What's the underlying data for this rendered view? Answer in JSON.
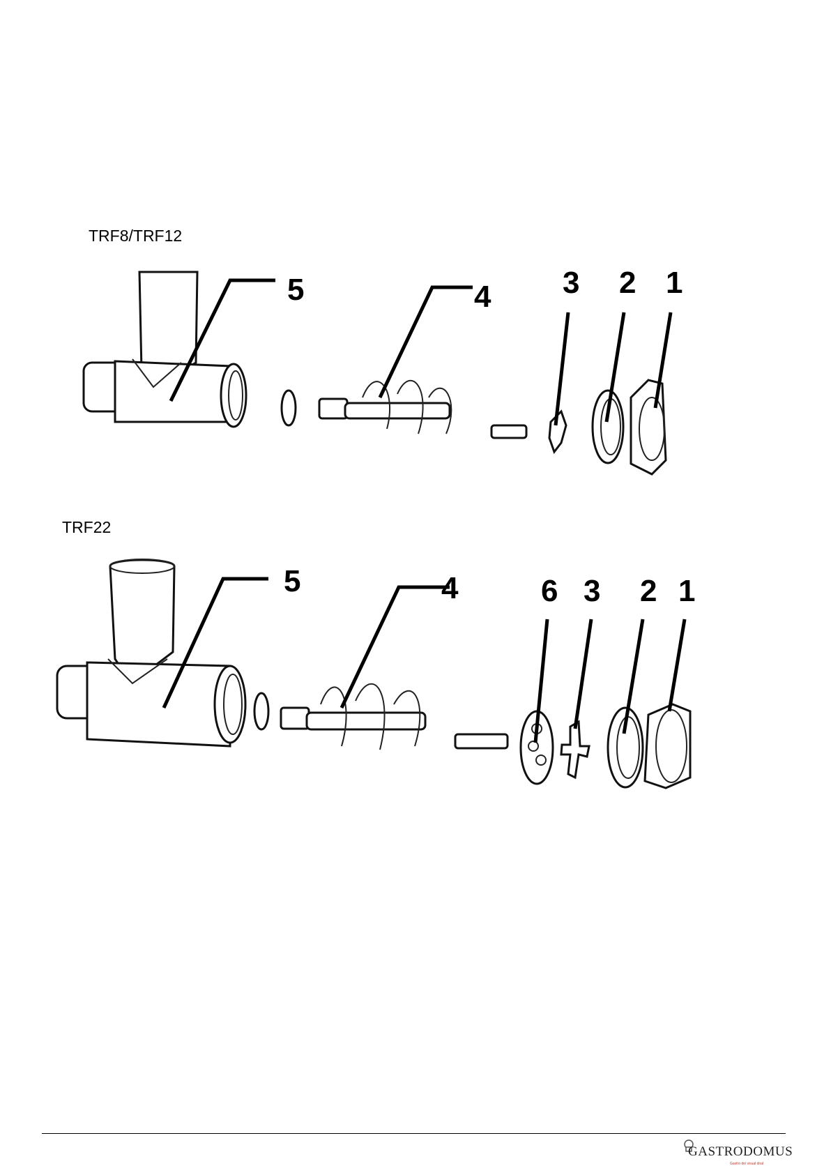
{
  "diagrams": [
    {
      "model_label": "TRF8/TRF12",
      "part_numbers": [
        "5",
        "4",
        "3",
        "2",
        "1"
      ]
    },
    {
      "model_label": "TRF22",
      "part_numbers": [
        "5",
        "4",
        "6",
        "3",
        "2",
        "1"
      ]
    }
  ],
  "footer": {
    "logo_text": "GASTRODOMUS",
    "logo_tagline": "Gastro dei visual dnal"
  }
}
